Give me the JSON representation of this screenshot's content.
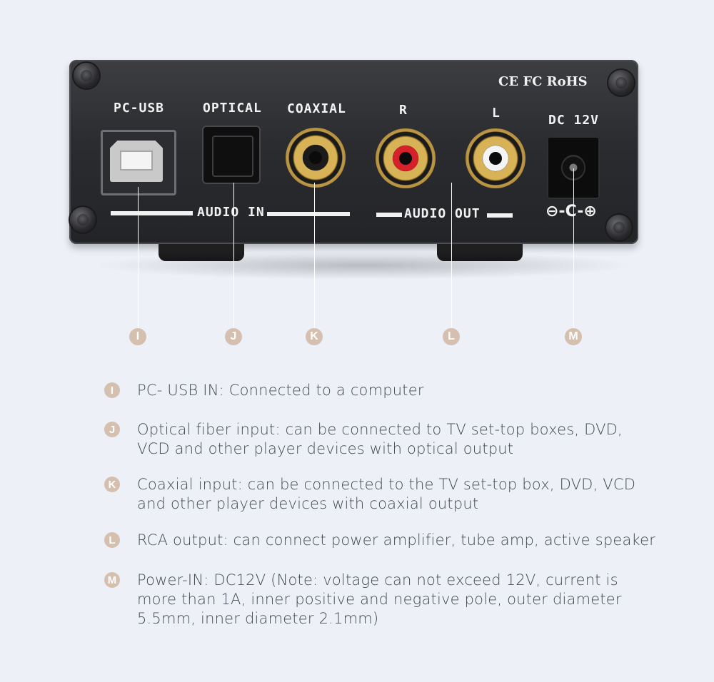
{
  "panel": {
    "certifications": "CE FC RoHS",
    "ports": {
      "pc_usb": "PC-USB",
      "optical": "OPTICAL",
      "coaxial": "COAXIAL",
      "right": "R",
      "left": "L",
      "dc": "DC 12V"
    },
    "audio_in": "AUDIO IN",
    "audio_out": "AUDIO OUT",
    "polarity": "⊖-C-⊕"
  },
  "markers": [
    "I",
    "J",
    "K",
    "L",
    "M"
  ],
  "legend": [
    {
      "marker": "I",
      "lines": [
        "PC- USB IN:   Connected to a computer"
      ]
    },
    {
      "marker": "J",
      "lines": [
        "Optical fiber input: can be connected to TV set-top boxes, DVD,",
        "VCD and other player devices with optical output"
      ]
    },
    {
      "marker": "K",
      "lines": [
        "Coaxial input: can be connected to the TV set-top box, DVD, VCD",
        "and other player devices with coaxial output"
      ]
    },
    {
      "marker": "L",
      "lines": [
        "RCA output: can connect power amplifier, tube amp, active speaker"
      ]
    },
    {
      "marker": "M",
      "lines": [
        "Power-IN: DC12V (Note: voltage can not exceed 12V, current is",
        "more than 1A, inner positive and negative pole, outer diameter",
        "5.5mm, inner diameter 2.1mm)"
      ]
    }
  ],
  "colors": {
    "background": "#edf1f7",
    "marker": "#d5c0b0",
    "text": "#444a55",
    "rca_red": "#d6202a",
    "rca_white": "#f4f4f4",
    "gold": "#d7b256"
  }
}
